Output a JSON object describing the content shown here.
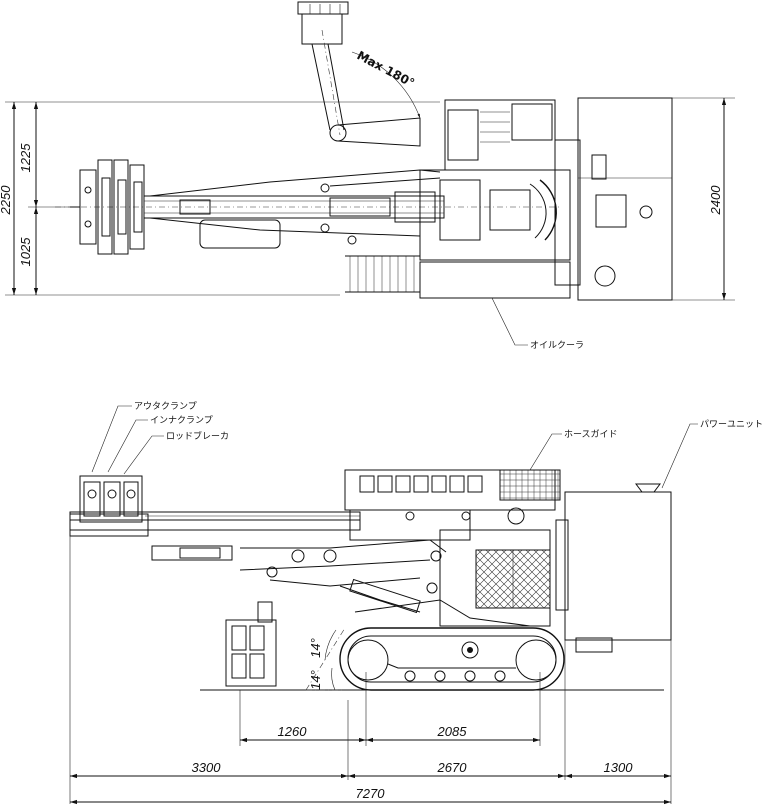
{
  "top_view": {
    "dims": {
      "width_total": "2250",
      "upper": "1225",
      "lower": "1025",
      "right_height": "2400"
    },
    "labels": {
      "rotation": "Max 180°",
      "oil_cooler": "オイルクーラ"
    }
  },
  "side_view": {
    "labels": {
      "outer_clamp": "アウタクランプ",
      "inner_clamp": "インナクランプ",
      "rod_breaker": "ロッドブレーカ",
      "hose_guide": "ホースガイド",
      "power_unit": "パワーユニット"
    },
    "angles": {
      "front_upper": "14°",
      "front_lower": "14°"
    },
    "dims": {
      "reach": "1260",
      "track_length": "2085",
      "front_length": "3300",
      "mid_length": "2670",
      "rear_length": "1300",
      "total_length": "7270"
    }
  }
}
